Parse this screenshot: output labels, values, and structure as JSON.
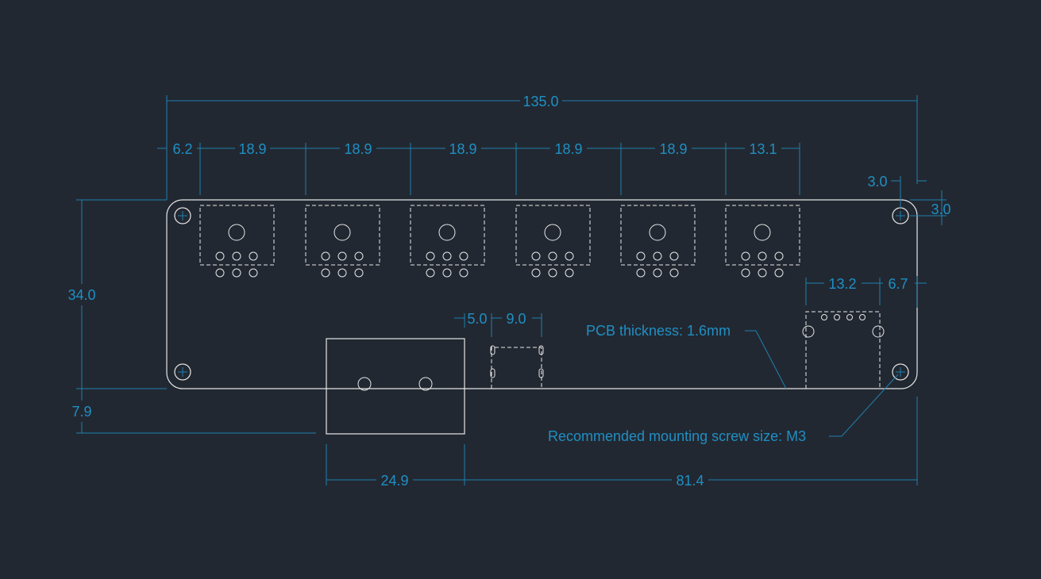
{
  "dimensions": {
    "overall_width": "135.0",
    "left_margin": "6.2",
    "module_pitches": [
      "18.9",
      "18.9",
      "18.9",
      "18.9",
      "18.9"
    ],
    "last_pitch": "13.1",
    "hole_offset_x": "3.0",
    "hole_offset_y": "3.0",
    "board_height": "34.0",
    "power_jack_overhang": "7.9",
    "power_jack_width": "24.9",
    "jack_to_right_edge": "81.4",
    "usb_offset": "5.0",
    "usb_width": "9.0",
    "rj_width": "13.2",
    "rj_right_offset": "6.7"
  },
  "notes": {
    "pcb_thickness": "PCB thickness: 1.6mm",
    "screw_size": "Recommended mounting screw size: M3"
  },
  "colors": {
    "background": "#222831",
    "dimension": "#1f8fc4",
    "outline": "#e6e6e6"
  }
}
